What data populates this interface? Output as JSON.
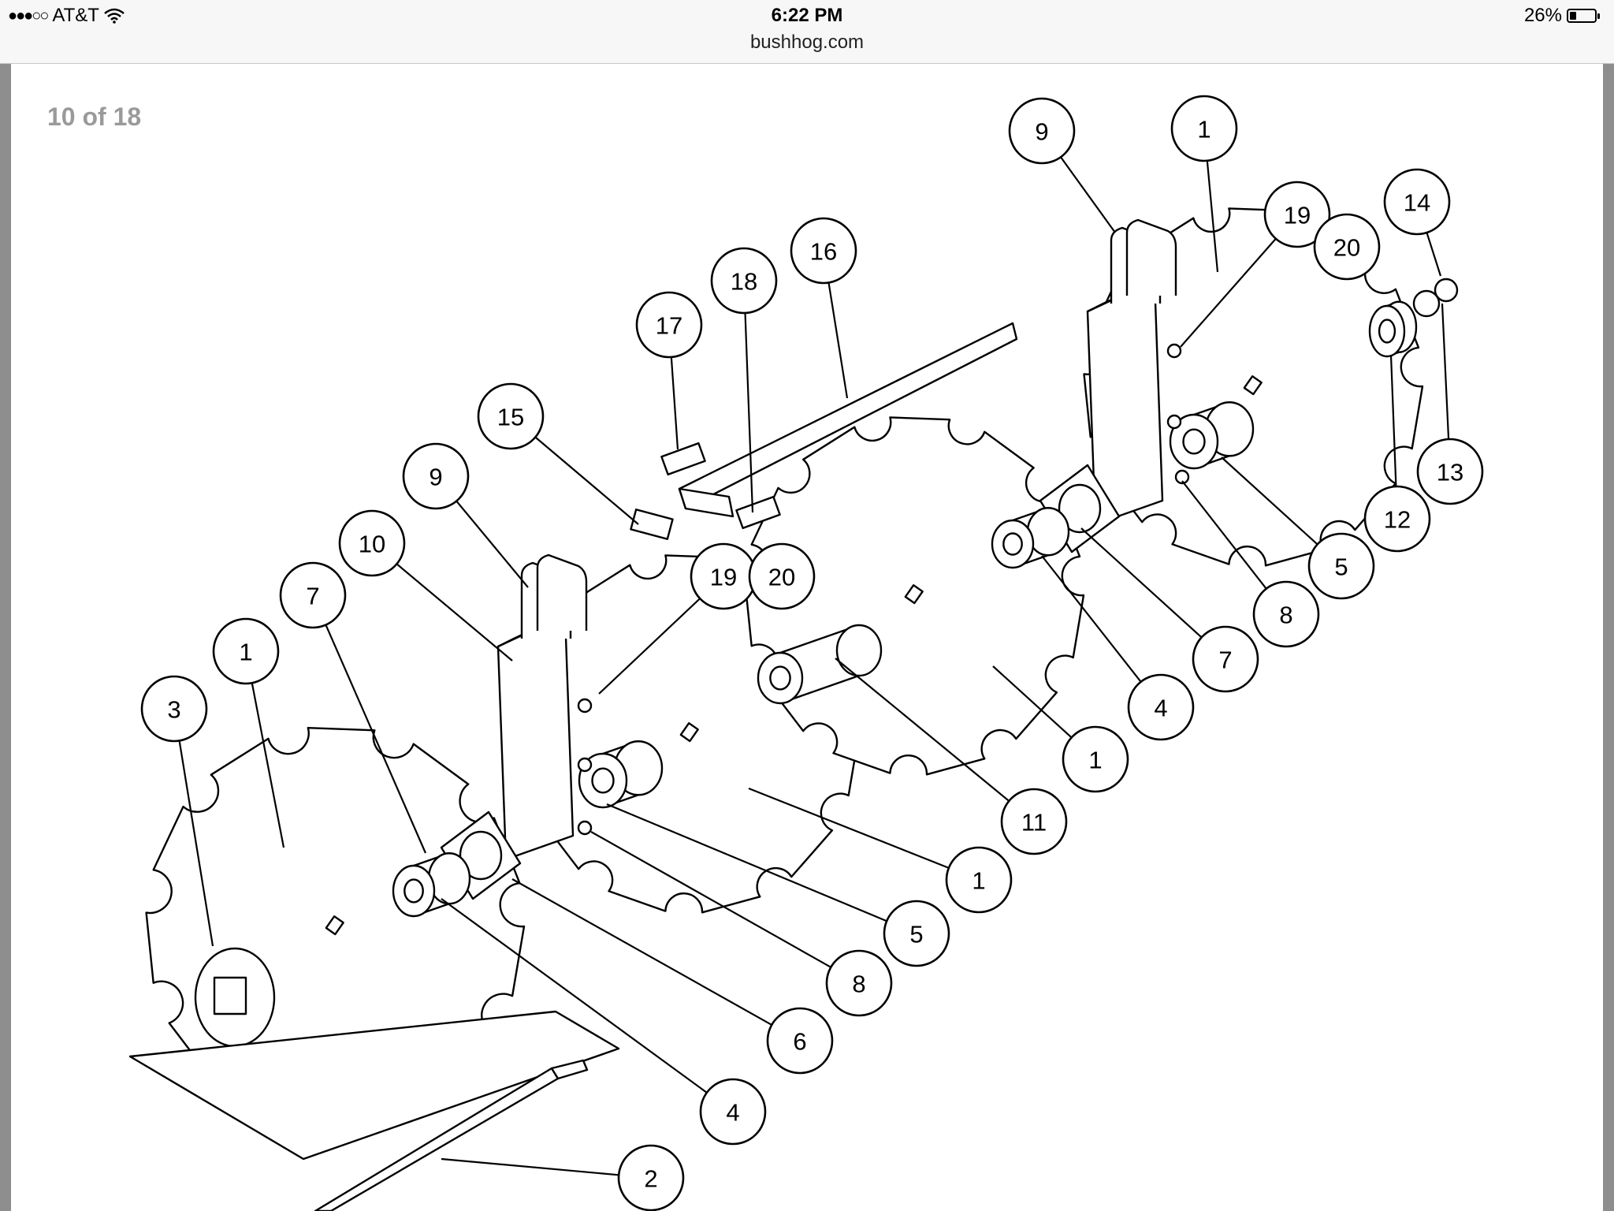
{
  "status_bar": {
    "carrier": "AT&T",
    "signal_bars": 3,
    "signal_total": 5,
    "time": "6:22 PM",
    "url": "bushhog.com",
    "battery_text": "26%",
    "battery_level": 0.26
  },
  "viewer": {
    "page_counter": "10 of 18"
  },
  "callouts": [
    "9",
    "1",
    "19",
    "20",
    "14",
    "16",
    "18",
    "17",
    "15",
    "9",
    "10",
    "7",
    "1",
    "3",
    "19",
    "20",
    "13",
    "12",
    "5",
    "8",
    "7",
    "4",
    "1",
    "11",
    "1",
    "5",
    "8",
    "6",
    "4",
    "2"
  ]
}
